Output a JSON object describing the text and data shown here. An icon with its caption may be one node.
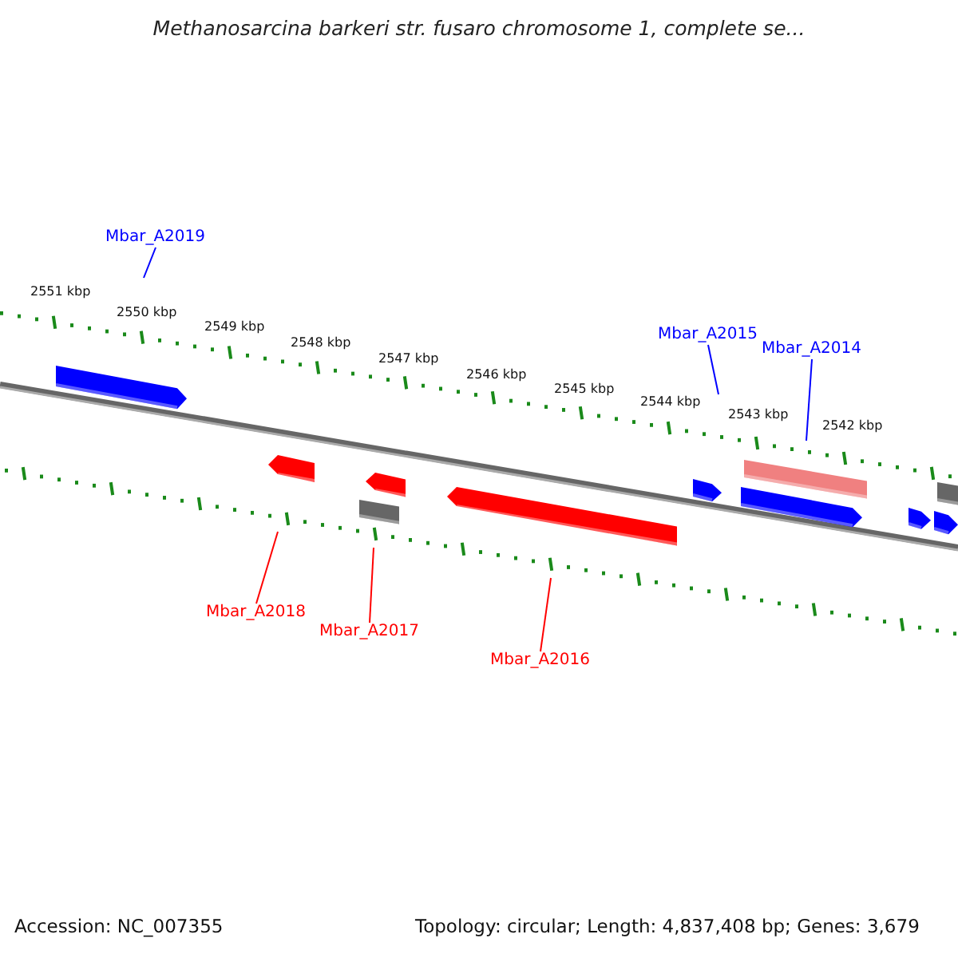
{
  "diagram": {
    "title": "Methanosarcina barkeri str. fusaro chromosome 1, complete se...",
    "nodes": [
      {
        "text": [
          "Mbar_A2019"
        ]
      },
      {
        "text": [
          "Mbar_A2015"
        ]
      },
      {
        "text": [
          "Mbar_A2014"
        ]
      },
      {
        "text": [
          "Mbar_A2018"
        ]
      },
      {
        "text": [
          "Mbar_A2017"
        ]
      },
      {
        "text": [
          "Mbar_A2016"
        ]
      }
    ],
    "edges": [
      {
        "from": 0,
        "to": null,
        "arrow": "none"
      },
      {
        "from": 1,
        "to": null,
        "arrow": "none"
      },
      {
        "from": 2,
        "to": null,
        "arrow": "none"
      },
      {
        "from": 3,
        "to": null,
        "arrow": "none",
        "color": "#ff0000"
      },
      {
        "from": 4,
        "to": null,
        "arrow": "none",
        "color": "#ff0000"
      },
      {
        "from": 5,
        "to": null,
        "arrow": "none",
        "color": "#ff0000"
      }
    ],
    "labels": [
      "2551 kbp",
      "2550 kbp",
      "2549 kbp",
      "2548 kbp",
      "2547 kbp",
      "2546 kbp",
      "2545 kbp",
      "2544 kbp",
      "2543 kbp",
      "2542 kbp",
      "Accession: NC_007355",
      "Topology: circular; Length: 4,837,408 bp; Genes: 3,679"
    ]
  }
}
